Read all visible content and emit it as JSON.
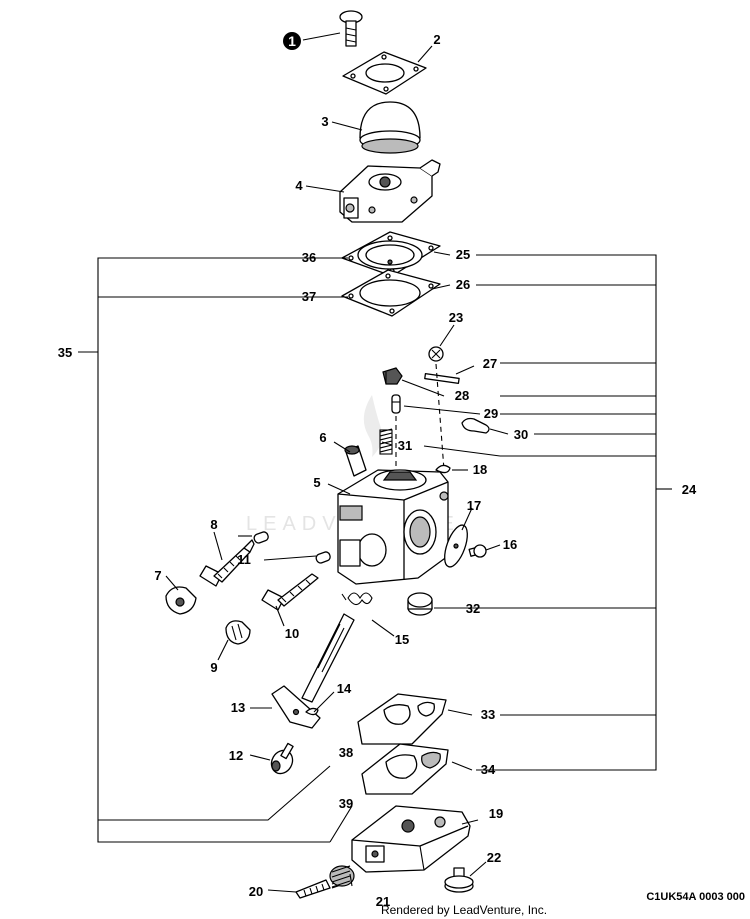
{
  "diagram": {
    "callouts": [
      {
        "id": "c1",
        "label": "1",
        "style": "filled"
      },
      {
        "id": "c2",
        "label": "2"
      },
      {
        "id": "c3",
        "label": "3"
      },
      {
        "id": "c4",
        "label": "4"
      },
      {
        "id": "c5",
        "label": "5"
      },
      {
        "id": "c6",
        "label": "6"
      },
      {
        "id": "c7",
        "label": "7"
      },
      {
        "id": "c8",
        "label": "8"
      },
      {
        "id": "c9",
        "label": "9"
      },
      {
        "id": "c10",
        "label": "10"
      },
      {
        "id": "c11",
        "label": "11"
      },
      {
        "id": "c12",
        "label": "12"
      },
      {
        "id": "c13",
        "label": "13"
      },
      {
        "id": "c14",
        "label": "14"
      },
      {
        "id": "c15",
        "label": "15"
      },
      {
        "id": "c16",
        "label": "16"
      },
      {
        "id": "c17",
        "label": "17"
      },
      {
        "id": "c18",
        "label": "18"
      },
      {
        "id": "c19",
        "label": "19"
      },
      {
        "id": "c20",
        "label": "20"
      },
      {
        "id": "c21",
        "label": "21"
      },
      {
        "id": "c22",
        "label": "22"
      },
      {
        "id": "c23",
        "label": "23"
      },
      {
        "id": "c24",
        "label": "24"
      },
      {
        "id": "c25",
        "label": "25"
      },
      {
        "id": "c26",
        "label": "26"
      },
      {
        "id": "c27",
        "label": "27"
      },
      {
        "id": "c28",
        "label": "28"
      },
      {
        "id": "c29",
        "label": "29"
      },
      {
        "id": "c30",
        "label": "30"
      },
      {
        "id": "c31",
        "label": "31"
      },
      {
        "id": "c32",
        "label": "32"
      },
      {
        "id": "c33",
        "label": "33"
      },
      {
        "id": "c34",
        "label": "34"
      },
      {
        "id": "c35",
        "label": "35"
      },
      {
        "id": "c36",
        "label": "36"
      },
      {
        "id": "c37",
        "label": "37"
      },
      {
        "id": "c38",
        "label": "38"
      },
      {
        "id": "c39",
        "label": "39"
      }
    ],
    "watermark": "LEADVENTURE",
    "diagram_code": "C1UK54A 0003 000",
    "credit": "Rendered by LeadVenture, Inc."
  }
}
